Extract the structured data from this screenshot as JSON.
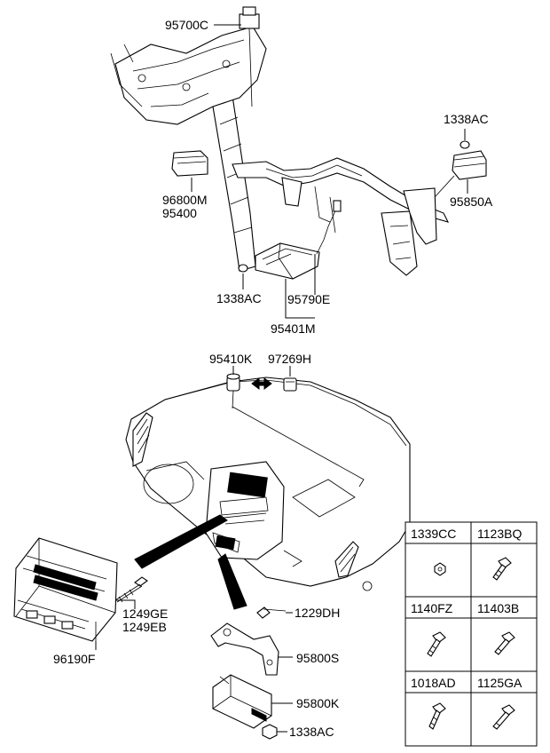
{
  "labels": {
    "p95700C": "95700C",
    "p1338AC_top": "1338AC",
    "p96800M": "96800M",
    "p95400": "95400",
    "p95850A": "95850A",
    "p1338AC_mid": "1338AC",
    "p95790E": "95790E",
    "p95401M": "95401M",
    "p95410K": "95410K",
    "p97269H": "97269H",
    "p1249GE": "1249GE",
    "p1249EB": "1249EB",
    "p96190F": "96190F",
    "p1229DH": "1229DH",
    "p95800S": "95800S",
    "p95800K": "95800K",
    "p1338AC_bot": "1338AC"
  },
  "fastener_table": {
    "cells": [
      {
        "label": "1339CC",
        "icon": "nut-icon"
      },
      {
        "label": "1123BQ",
        "icon": "bolt-icon"
      },
      {
        "label": "1140FZ",
        "icon": "bolt-icon"
      },
      {
        "label": "11403B",
        "icon": "screw-icon"
      },
      {
        "label": "1018AD",
        "icon": "bolt-icon"
      },
      {
        "label": "1125GA",
        "icon": "screw-icon"
      }
    ]
  }
}
